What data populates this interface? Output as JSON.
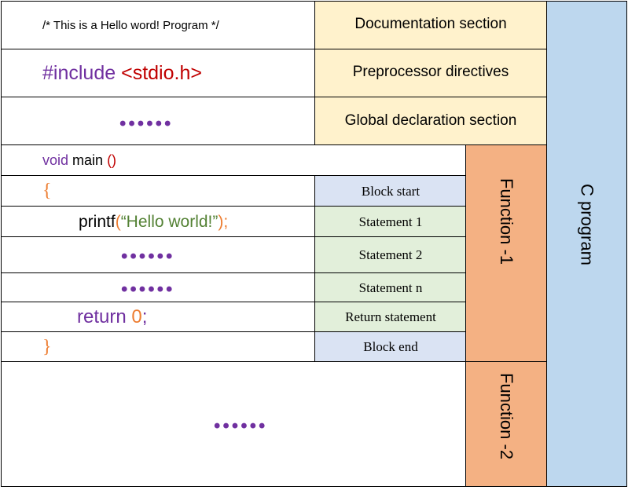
{
  "code": {
    "doc_comment": "/* This is a Hello word! Program */",
    "include_directive": "#include",
    "include_header": "<stdio.h>",
    "global_dots": "••••••",
    "main_void": "void",
    "main_name": " main ",
    "main_parens": "()",
    "open_brace": "{",
    "printf_name": "printf",
    "printf_open": "(",
    "printf_string": "“Hello world!”",
    "printf_close": ");",
    "stmt2_dots": "••••••",
    "stmtn_dots": "••••••",
    "return_kw": "return ",
    "return_value": "0",
    "return_semicolon": ";",
    "close_brace": "}",
    "function2_dots": "••••••"
  },
  "sections": {
    "documentation": "Documentation section",
    "preprocessor": "Preprocessor directives",
    "global": "Global declaration section"
  },
  "labels": {
    "block_start": "Block start",
    "statement_1": "Statement 1",
    "statement_2": "Statement 2",
    "statement_n": "Statement n",
    "return_statement": "Return statement",
    "block_end": "Block end"
  },
  "functions": {
    "function_1": "Function -1",
    "function_2": "Function -2"
  },
  "program": {
    "label": "C program"
  },
  "colors": {
    "purple": "#7030a0",
    "red": "#c00000",
    "orange": "#ed7d31",
    "green": "#548235",
    "section_yellow": "#fff2cc",
    "block_blue": "#dae3f3",
    "statement_green": "#e2efda",
    "function_orange": "#f4b183",
    "program_blue": "#bdd7ee"
  }
}
